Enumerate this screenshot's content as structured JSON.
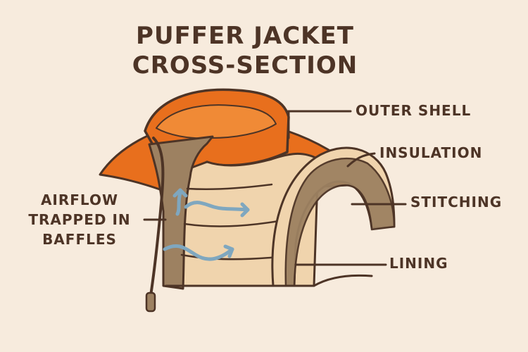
{
  "title": {
    "line1": "PUFFER JACKET",
    "line2": "CROSS-SECTION"
  },
  "labels": {
    "outer_shell": "OUTER SHELL",
    "insulation": "INSULATION",
    "stitching": "STITCHING",
    "lining": "LINING",
    "airflow_line1": "AIRFLOW",
    "airflow_line2": "TRAPPED IN",
    "airflow_line3": "BAFFLES"
  },
  "colors": {
    "background": "#f7ebdd",
    "outer_shell": "#e86f1d",
    "insulation": "#f0d4ad",
    "lining": "#9d8161",
    "outline": "#4d3426",
    "airflow": "#7fa7bf"
  }
}
